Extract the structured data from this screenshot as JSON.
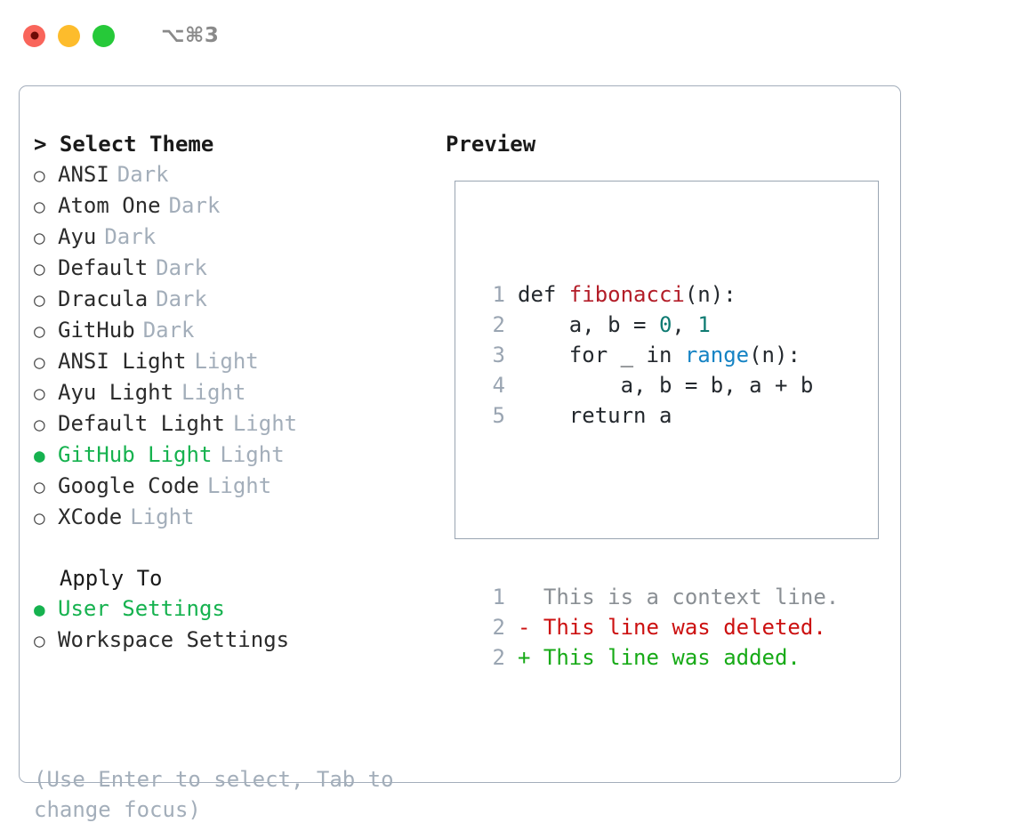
{
  "titlebar": {
    "shortcut": "⌥⌘3",
    "buttons": [
      "close",
      "minimize",
      "maximize"
    ]
  },
  "left": {
    "theme_header": "> Select Theme",
    "themes": [
      {
        "bullet": "○",
        "name": "ANSI",
        "tag": "Dark",
        "selected": false
      },
      {
        "bullet": "○",
        "name": "Atom One",
        "tag": "Dark",
        "selected": false
      },
      {
        "bullet": "○",
        "name": "Ayu",
        "tag": "Dark",
        "selected": false
      },
      {
        "bullet": "○",
        "name": "Default",
        "tag": "Dark",
        "selected": false
      },
      {
        "bullet": "○",
        "name": "Dracula",
        "tag": "Dark",
        "selected": false
      },
      {
        "bullet": "○",
        "name": "GitHub",
        "tag": "Dark",
        "selected": false
      },
      {
        "bullet": "○",
        "name": "ANSI Light",
        "tag": "Light",
        "selected": false
      },
      {
        "bullet": "○",
        "name": "Ayu Light",
        "tag": "Light",
        "selected": false
      },
      {
        "bullet": "○",
        "name": "Default Light",
        "tag": "Light",
        "selected": false
      },
      {
        "bullet": "●",
        "name": "GitHub Light",
        "tag": "Light",
        "selected": true
      },
      {
        "bullet": "○",
        "name": "Google Code",
        "tag": "Light",
        "selected": false
      },
      {
        "bullet": "○",
        "name": "XCode",
        "tag": "Light",
        "selected": false
      }
    ],
    "apply_header": "  Apply To",
    "apply_options": [
      {
        "bullet": "●",
        "name": "User Settings",
        "selected": true
      },
      {
        "bullet": "○",
        "name": "Workspace Settings",
        "selected": false
      }
    ],
    "hint": "(Use Enter to select, Tab to change focus)"
  },
  "right": {
    "preview_header": "Preview",
    "code_lines": [
      {
        "lineno": "1",
        "tokens": [
          {
            "text": "def ",
            "kind": "kw"
          },
          {
            "text": "fibonacci",
            "kind": "fn"
          },
          {
            "text": "(n):",
            "kind": "plain"
          }
        ]
      },
      {
        "lineno": "2",
        "tokens": [
          {
            "text": "    a, b = ",
            "kind": "plain"
          },
          {
            "text": "0",
            "kind": "num"
          },
          {
            "text": ", ",
            "kind": "plain"
          },
          {
            "text": "1",
            "kind": "num"
          }
        ]
      },
      {
        "lineno": "3",
        "tokens": [
          {
            "text": "    for _ in ",
            "kind": "kw"
          },
          {
            "text": "range",
            "kind": "call"
          },
          {
            "text": "(n):",
            "kind": "plain"
          }
        ]
      },
      {
        "lineno": "4",
        "tokens": [
          {
            "text": "        a, b = b, a + b",
            "kind": "plain"
          }
        ]
      },
      {
        "lineno": "5",
        "tokens": [
          {
            "text": "    return a",
            "kind": "kw"
          }
        ]
      }
    ],
    "diff_lines": [
      {
        "lineno": "1",
        "marker": " ",
        "text": "  This is a context line.",
        "kind": "ctx"
      },
      {
        "lineno": "2",
        "marker": "-",
        "text": "- This line was deleted.",
        "kind": "del"
      },
      {
        "lineno": "2",
        "marker": "+",
        "text": "+ This line was added.",
        "kind": "add"
      }
    ]
  },
  "colors": {
    "accent_green": "#16b24f",
    "diff_add": "#17aa17",
    "diff_del": "#cc1111",
    "function": "#b31d28",
    "number": "#0f7b72",
    "call": "#1583c4",
    "muted": "#a3aeba",
    "border": "#a3adbb"
  }
}
